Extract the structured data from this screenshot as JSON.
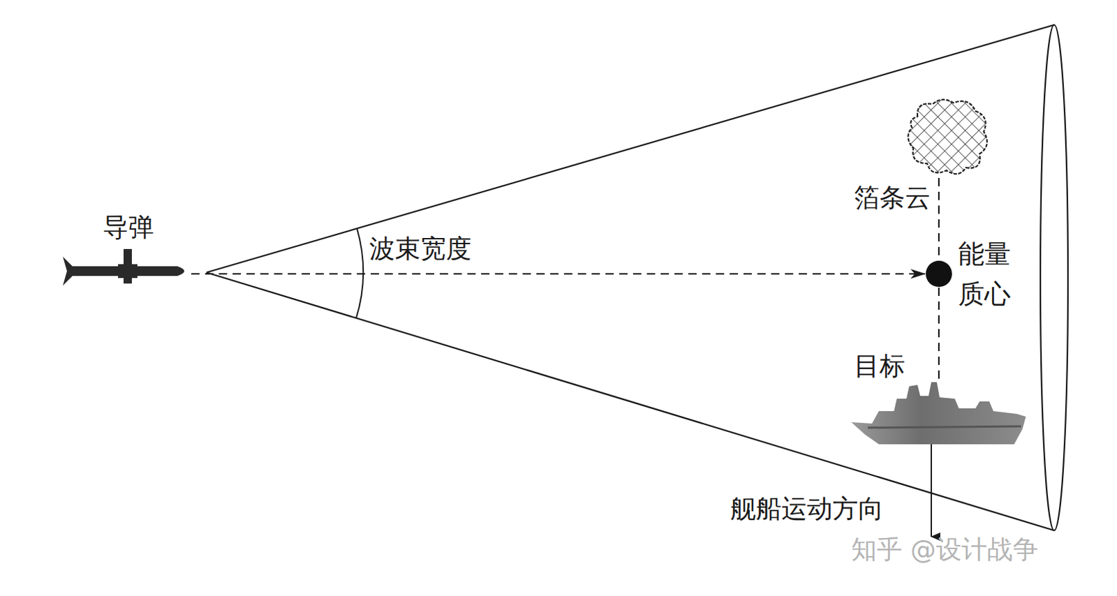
{
  "diagram": {
    "nodes": [
      {
        "text": [
          "导弹"
        ]
      },
      {
        "text": [
          "箔条云"
        ]
      },
      {
        "text": [
          "能量质心"
        ]
      },
      {
        "text": [
          "目标"
        ]
      }
    ],
    "edges": [
      {
        "from": 0,
        "to": 2,
        "arrow": "to"
      },
      {
        "from": 1,
        "to": 2,
        "arrow": "none"
      },
      {
        "from": 2,
        "to": 3,
        "arrow": "none"
      }
    ],
    "labels": [
      "波束宽度",
      "舰船运动方向",
      "知乎 @设计战争"
    ]
  }
}
